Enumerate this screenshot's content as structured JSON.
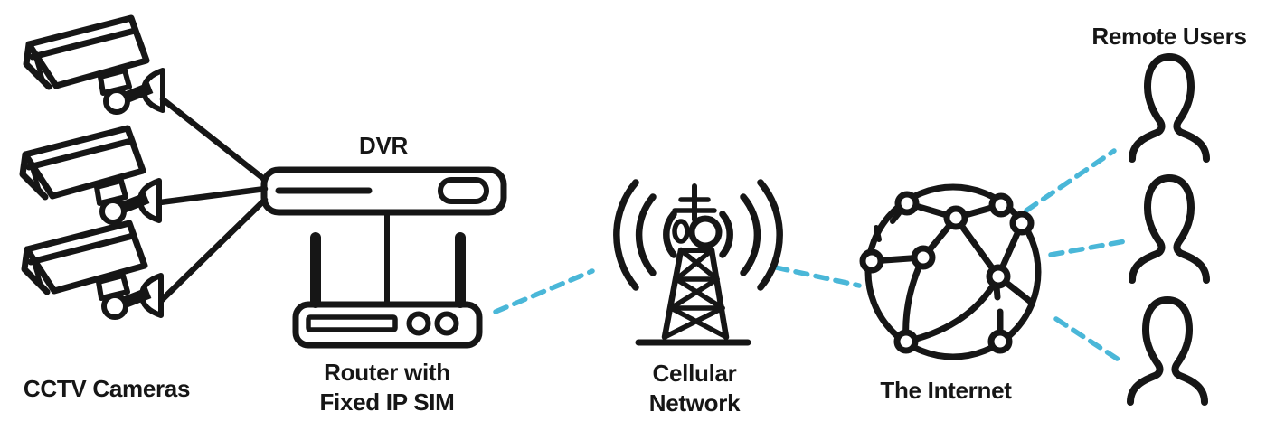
{
  "diagram": {
    "background_color": "#ffffff",
    "stroke_color": "#161616",
    "accent_color": "#4ab7d8",
    "nodes": [
      {
        "id": "cctv_cameras",
        "label": "CCTV Cameras",
        "icon": "cctv-camera-icon",
        "icon_count": 3
      },
      {
        "id": "dvr",
        "label": "DVR",
        "icon": "dvr-icon"
      },
      {
        "id": "router",
        "label_line1": "Router with",
        "label_line2": "Fixed IP SIM",
        "icon": "wifi-router-icon"
      },
      {
        "id": "cellular_network",
        "label_line1": "Cellular",
        "label_line2": "Network",
        "icon": "cell-tower-icon"
      },
      {
        "id": "the_internet",
        "label": "The Internet",
        "icon": "internet-globe-icon"
      },
      {
        "id": "remote_users",
        "label": "Remote Users",
        "icon": "remote-user-icon",
        "icon_count": 3
      }
    ],
    "links": [
      {
        "from": "cctv_cameras",
        "to": "dvr",
        "style": "solid"
      },
      {
        "from": "dvr",
        "to": "router",
        "style": "solid"
      },
      {
        "from": "router",
        "to": "cellular_network",
        "style": "dashed"
      },
      {
        "from": "cellular_network",
        "to": "the_internet",
        "style": "dashed"
      },
      {
        "from": "the_internet",
        "to": "remote_users",
        "style": "dashed"
      }
    ]
  }
}
